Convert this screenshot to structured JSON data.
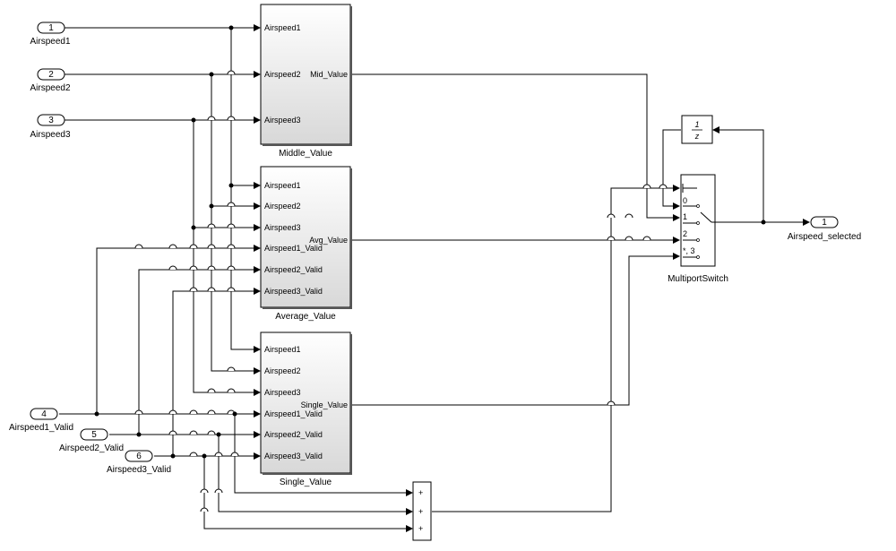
{
  "inports": [
    {
      "num": "1",
      "name": "Airspeed1"
    },
    {
      "num": "2",
      "name": "Airspeed2"
    },
    {
      "num": "3",
      "name": "Airspeed3"
    },
    {
      "num": "4",
      "name": "Airspeed1_Valid"
    },
    {
      "num": "5",
      "name": "Airspeed2_Valid"
    },
    {
      "num": "6",
      "name": "Airspeed3_Valid"
    }
  ],
  "outport": {
    "num": "1",
    "name": "Airspeed_selected"
  },
  "blocks": {
    "middle": {
      "name": "Middle_Value",
      "inputs": [
        "Airspeed1",
        "Airspeed2",
        "Airspeed3"
      ],
      "output": "Mid_Value"
    },
    "average": {
      "name": "Average_Value",
      "inputs": [
        "Airspeed1",
        "Airspeed2",
        "Airspeed3",
        "Airspeed1_Valid",
        "Airspeed2_Valid",
        "Airspeed3_Valid"
      ],
      "output": "Avg_Value"
    },
    "single": {
      "name": "Single_Value",
      "inputs": [
        "Airspeed1",
        "Airspeed2",
        "Airspeed3",
        "Airspeed1_Valid",
        "Airspeed2_Valid",
        "Airspeed3_Valid"
      ],
      "output": "Single_Value"
    },
    "switch": {
      "name": "MultiportSwitch",
      "ports": [
        "0",
        "1",
        "2",
        "*, 3"
      ]
    },
    "delay": {
      "num": "1",
      "den": "z"
    },
    "sum": {
      "signs": [
        "+",
        "+",
        "+"
      ]
    }
  }
}
